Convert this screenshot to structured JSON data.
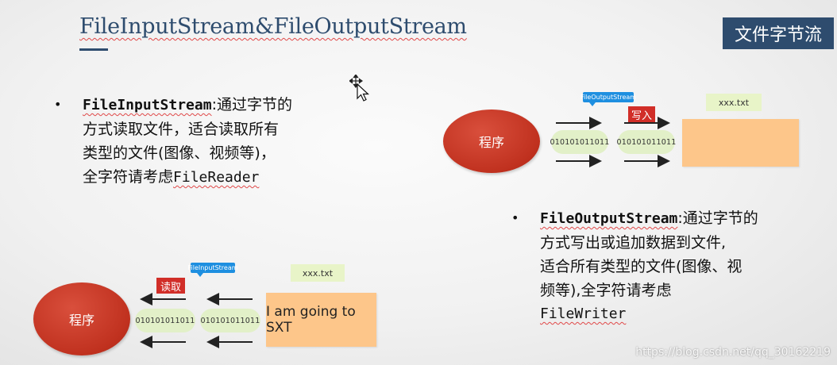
{
  "slide": {
    "title": "FileInputStream&FileOutputStream",
    "badge": "文件字节流"
  },
  "input_section": {
    "term": "FileInputStream",
    "line1_rest": ":通过字节的",
    "line2": "方式读取文件，适合读取所有",
    "line3": "类型的文件(图像、视频等)，",
    "line4_prefix": "全字符请考虑",
    "line4_term": "FileReader"
  },
  "output_section": {
    "term": "FileOutputStream",
    "line1_rest": ":通过字节的",
    "line2": "方式写出或追加数据到文件,",
    "line3": "适合所有类型的文件(图像、视",
    "line4": "频等),全字符请考虑",
    "line5": "FileWriter"
  },
  "write_diagram": {
    "program_label": "程序",
    "bits_1": "010101011011",
    "bits_2": "010101011011",
    "stream_label": "FileOutputStream",
    "action_label": "写入",
    "file_label": "xxx.txt",
    "file_content": ""
  },
  "read_diagram": {
    "program_label": "程序",
    "bits_1": "010101011011",
    "bits_2": "010101011011",
    "stream_label": "FileInputStream",
    "action_label": "读取",
    "file_label": "xxx.txt",
    "file_content": "I am going to SXT"
  },
  "watermark": "https://blog.csdn.net/qq_30162219"
}
